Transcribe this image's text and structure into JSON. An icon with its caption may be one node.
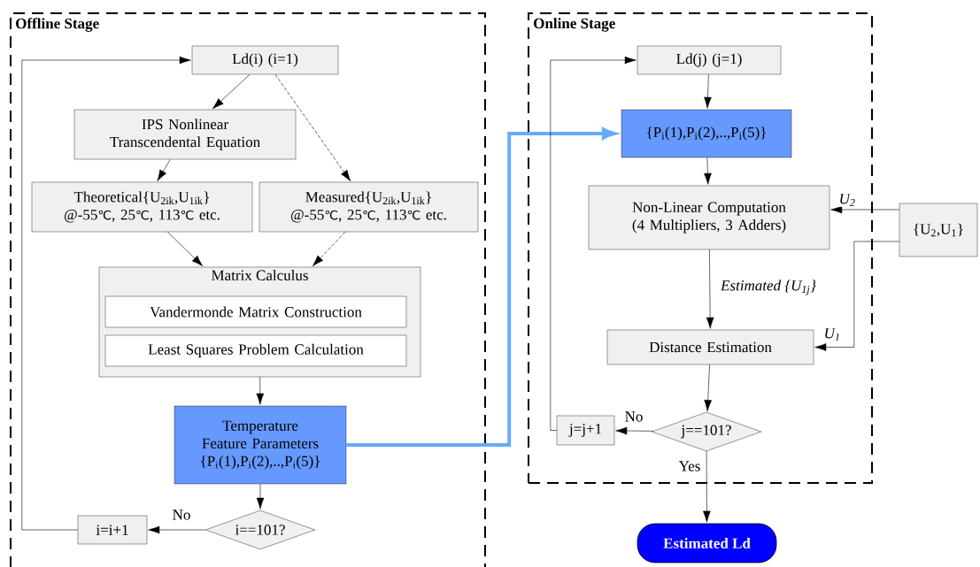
{
  "diagram": {
    "nodes": [
      {
        "text": [
          "Offline Stage"
        ]
      },
      {
        "text": [
          "Ld(i) (i=1)"
        ],
        "in": 0
      },
      {
        "text": [
          "IPS Nonlinear Transcendental Equation"
        ],
        "in": 0
      },
      {
        "text": [
          "Theoretical{U$_{2ik}$,U$_{1ik}$} @-55℃, 25℃, 113℃ etc."
        ],
        "in": 0
      },
      {
        "text": [
          "Measured{U$_{2ik}$,U$_{1ik}$} @-55℃, 25℃, 113℃ etc."
        ],
        "in": 0
      },
      {
        "text": [
          "Matrix Calculus"
        ],
        "in": 0
      },
      {
        "text": [
          "Vandermonde Matrix Construction"
        ],
        "in": 5
      },
      {
        "text": [
          "Least Squares Problem Calculation"
        ],
        "in": 5
      },
      {
        "text": [
          "Temperature Feature Parameters {P$_{i}$(1),P$_{i}$(2),..,P$_{i}$(5)}"
        ],
        "in": 0
      },
      {
        "text": [
          "i==101?"
        ],
        "in": 0
      },
      {
        "text": [
          "i=i+1"
        ],
        "in": 0
      },
      {
        "text": [
          "Online Stage"
        ]
      },
      {
        "text": [
          "Ld(j) (j=1)"
        ],
        "in": 11
      },
      {
        "text": [
          "{P$_{i}$(1),P$_{i}$(2),..,P$_{i}$(5)}"
        ],
        "in": 11
      },
      {
        "text": [
          "Non-Linear Computation (4 Multipliers, 3 Adders)"
        ],
        "in": 11
      },
      {
        "text": [
          "{U$_{2}$,U$_{1}$}"
        ]
      },
      {
        "text": [
          "Distance Estimation"
        ],
        "in": 11
      },
      {
        "text": [
          "j==101?"
        ],
        "in": 11
      },
      {
        "text": [
          "j=j+1"
        ],
        "in": 11
      },
      {
        "text": [
          "Estimated Ld"
        ]
      }
    ],
    "edges": [
      {
        "from": 1,
        "to": 2,
        "arrow": "to"
      },
      {
        "from": 1,
        "to": 4,
        "arrow": "to",
        "style": "dashed"
      },
      {
        "from": 2,
        "to": 3,
        "arrow": "to"
      },
      {
        "from": 3,
        "to": 5,
        "arrow": "to"
      },
      {
        "from": 4,
        "to": 5,
        "arrow": "to",
        "style": "dashed"
      },
      {
        "from": 5,
        "to": 8,
        "arrow": "to"
      },
      {
        "from": 8,
        "to": 9,
        "arrow": "to"
      },
      {
        "from": 9,
        "to": 10,
        "arrow": "to",
        "label": "No"
      },
      {
        "from": 10,
        "to": 1,
        "arrow": "to"
      },
      {
        "from": 8,
        "to": 13,
        "arrow": "to",
        "style": "thick",
        "color": "#66aaff"
      },
      {
        "from": 12,
        "to": 13,
        "arrow": "to"
      },
      {
        "from": 13,
        "to": 14,
        "arrow": "to"
      },
      {
        "from": 15,
        "to": 14,
        "arrow": "to",
        "label": "U$_{2}$"
      },
      {
        "from": 14,
        "to": 16,
        "arrow": "to",
        "label": "Estimated {U$_{1j}$}"
      },
      {
        "from": 15,
        "to": 16,
        "arrow": "to",
        "label": "U$_{1}$"
      },
      {
        "from": 16,
        "to": 17,
        "arrow": "to"
      },
      {
        "from": 17,
        "to": 18,
        "arrow": "to",
        "label": "No"
      },
      {
        "from": 18,
        "to": 12,
        "arrow": "to"
      },
      {
        "from": 17,
        "to": 19,
        "arrow": "to",
        "label": "Yes"
      }
    ]
  }
}
